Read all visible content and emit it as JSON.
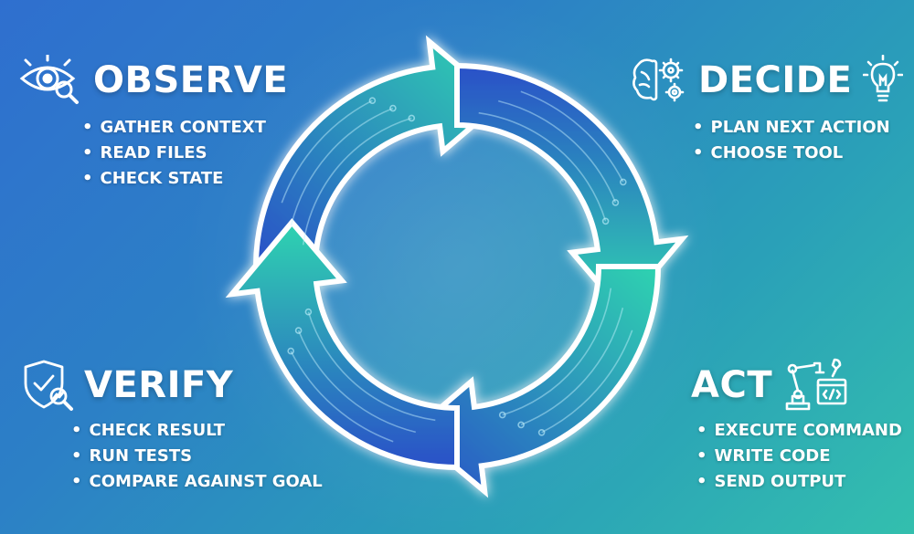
{
  "colors": {
    "bg_start": "#2f6fcf",
    "bg_end": "#33bfae",
    "arrow_blue": "#2b52c9",
    "arrow_teal": "#2fd0b0",
    "outline": "#ffffff"
  },
  "stages": {
    "observe": {
      "title": "OBSERVE",
      "icon": "eye-magnifier-icon",
      "items": [
        "GATHER CONTEXT",
        "READ FILES",
        "CHECK STATE"
      ]
    },
    "decide": {
      "title": "DECIDE",
      "icon": "brain-gears-lightbulb-icon",
      "items": [
        "PLAN NEXT ACTION",
        "CHOOSE TOOL"
      ]
    },
    "act": {
      "title": "ACT",
      "icon": "robot-arm-code-icon",
      "items": [
        "EXECUTE COMMAND",
        "WRITE CODE",
        "SEND OUTPUT"
      ]
    },
    "verify": {
      "title": "VERIFY",
      "icon": "shield-check-magnifier-icon",
      "items": [
        "CHECK RESULT",
        "RUN TESTS",
        "COMPARE AGAINST GOAL"
      ]
    }
  }
}
